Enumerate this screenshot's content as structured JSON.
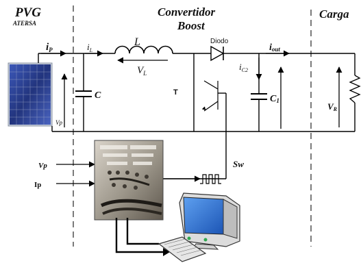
{
  "sections": {
    "pvg_title": "PVG",
    "pvg_subtitle": "ATERSA",
    "converter_title_line1": "Convertidor",
    "converter_title_line2": "Boost",
    "load_title": "Carga"
  },
  "labels": {
    "ip": "i",
    "ip_sub": "P",
    "il": "i",
    "il_sub": "L",
    "inductor": "L",
    "vl": "V",
    "vl_sub": "L",
    "capacitor_c": "C",
    "transistor": "T",
    "diode": "Diodo",
    "ic2": "i",
    "ic2_sub": "C2",
    "iout": "i",
    "iout_sub": "out",
    "c1": "C",
    "c1_sub": "1",
    "vr": "V",
    "vr_sub": "R",
    "vp_panel": "Vp",
    "vp_input": "Vp",
    "ip_input": "Ip",
    "sw": "Sw"
  },
  "colors": {
    "wire": "#000000",
    "dashed": "#222222",
    "panel_cell": "#2b3f8f",
    "panel_frame": "#b9c1cf",
    "monitor_screen": "#2a6fd0",
    "monitor_body": "#e8e8e8",
    "monitor_led": "#2fa84f"
  },
  "icons": [
    "solar-panel-icon",
    "controller-board-photo",
    "computer-monitor-icon",
    "keyboard-icon"
  ]
}
